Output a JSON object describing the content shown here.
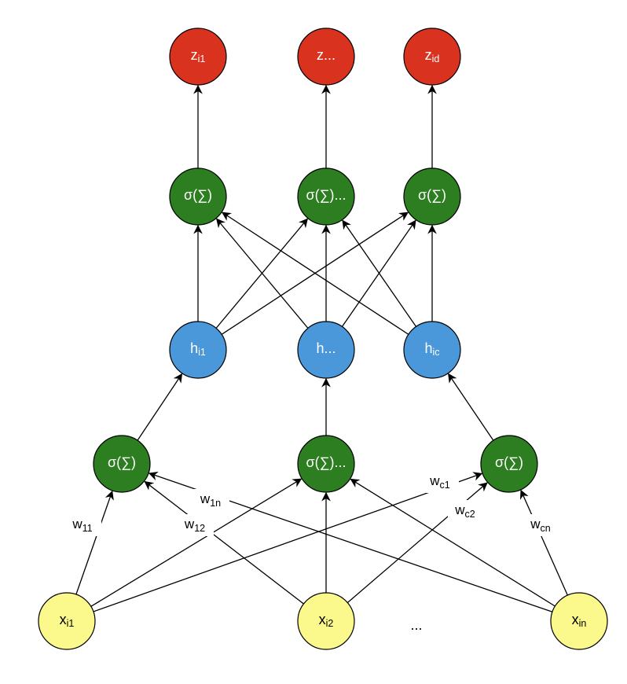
{
  "colors": {
    "output": "#d9321f",
    "activation": "#2d7d21",
    "hidden": "#4a97d9",
    "input": "#fbf88c",
    "stroke": "#000000"
  },
  "nodes": {
    "z1": {
      "base": "z",
      "sub": "i1"
    },
    "z2": {
      "base": "z...",
      "sub": ""
    },
    "z3": {
      "base": "z",
      "sub": "id"
    },
    "a1": {
      "base": "σ(∑)",
      "sub": ""
    },
    "a2": {
      "base": "σ(∑)...",
      "sub": ""
    },
    "a3": {
      "base": "σ(∑)",
      "sub": ""
    },
    "h1": {
      "base": "h",
      "sub": "i1"
    },
    "h2": {
      "base": "h...",
      "sub": ""
    },
    "h3": {
      "base": "h",
      "sub": "ic"
    },
    "b1": {
      "base": "σ(∑)",
      "sub": ""
    },
    "b2": {
      "base": "σ(∑)...",
      "sub": ""
    },
    "b3": {
      "base": "σ(∑)",
      "sub": ""
    },
    "x1": {
      "base": "x",
      "sub": "i1"
    },
    "x2": {
      "base": "x",
      "sub": "i2"
    },
    "x3": {
      "base": "x",
      "sub": "in"
    }
  },
  "ellipsis": "...",
  "weights": {
    "w11": {
      "base": "w",
      "sub": "11"
    },
    "w12": {
      "base": "w",
      "sub": "12"
    },
    "w1n": {
      "base": "w",
      "sub": "1n"
    },
    "wc1": {
      "base": "w",
      "sub": "c1"
    },
    "wc2": {
      "base": "w",
      "sub": "c2"
    },
    "wcn": {
      "base": "w",
      "sub": "cn"
    }
  }
}
